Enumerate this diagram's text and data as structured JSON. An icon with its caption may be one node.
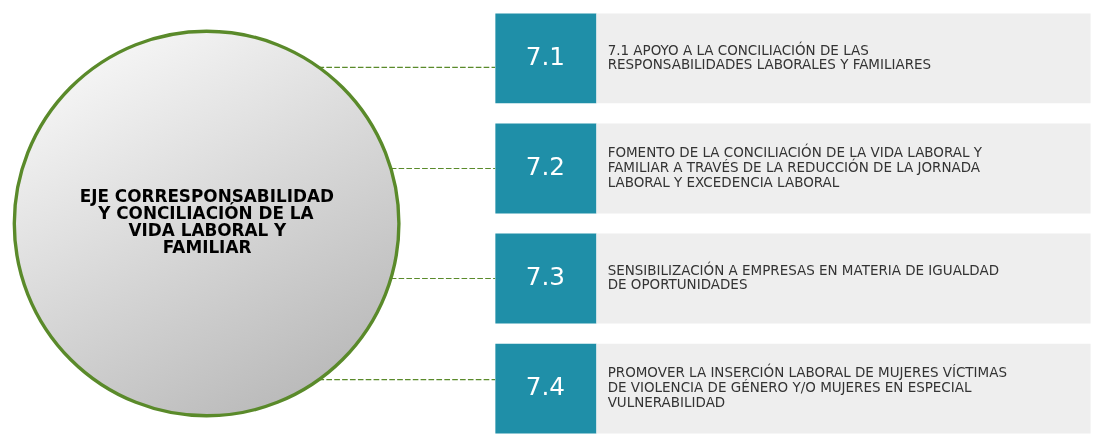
{
  "diagram": {
    "nodes": [
      {
        "text": [
          "EJE CORRESPONSABILIDAD Y CONCILIACIÓN DE LA VIDA LABORAL Y FAMILIAR"
        ]
      },
      {
        "text": [
          "7.1",
          "7.1 APOYO A LA CONCILIACIÓN DE LAS RESPONSABILIDADES LABORALES Y FAMILIARES"
        ]
      },
      {
        "text": [
          "7.2",
          "FOMENTO DE LA CONCILIACIÓN DE LA VIDA LABORAL Y FAMILIAR A TRAVÉS DE LA REDUCCIÓN DE LA JORNADA LABORAL Y EXCEDENCIA LABORAL"
        ]
      },
      {
        "text": [
          "7.3",
          "SENSIBILIZACIÓN A EMPRESAS EN MATERIA DE IGUALDAD DE OPORTUNIDADES"
        ]
      },
      {
        "text": [
          "7.4",
          "PROMOVER LA INSERCIÓN LABORAL DE MUJERES VÍCTIMAS DE VIOLENCIA DE GÉNERO Y/O MUJERES EN ESPECIAL VULNERABILIDAD"
        ]
      }
    ],
    "edges": [
      {
        "from": 0,
        "to": 1,
        "arrow": "none",
        "style": "dashed"
      },
      {
        "from": 0,
        "to": 2,
        "arrow": "none",
        "style": "dashed"
      },
      {
        "from": 0,
        "to": 3,
        "arrow": "none",
        "style": "dashed"
      },
      {
        "from": 0,
        "to": 4,
        "arrow": "none",
        "style": "dashed"
      }
    ]
  }
}
